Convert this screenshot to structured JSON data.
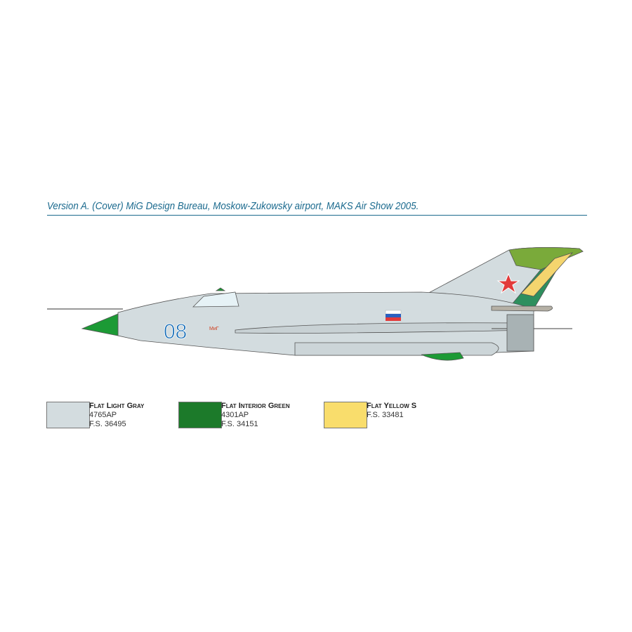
{
  "title": "Version A. (Cover) MiG Design Bureau, Moskow-Zukowsky airport, MAKS Air Show 2005.",
  "aircraft": {
    "number": "08",
    "logo_text": "МиГ"
  },
  "colors": [
    {
      "name": "Flat Light Gray",
      "code": "4765AP",
      "fs": "F.S. 36495",
      "hex": "#d3dcdf"
    },
    {
      "name": "Flat Interior Green",
      "code": "4301AP",
      "fs": "F.S. 34151",
      "hex": "#1c7a2a"
    },
    {
      "name": "Flat Yellow S",
      "fs": "F.S. 33481",
      "hex": "#f9dd6c"
    }
  ]
}
